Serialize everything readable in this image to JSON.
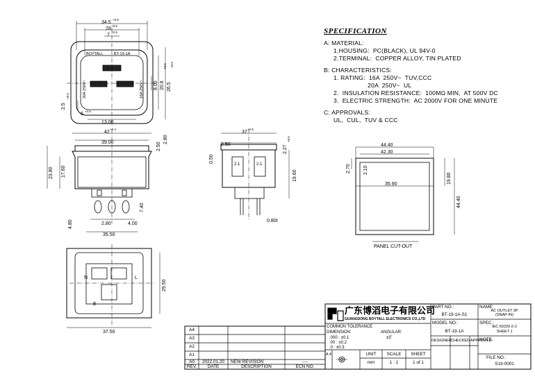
{
  "specification": {
    "title": "SPECIFICATION",
    "sections": [
      {
        "heading": "A:  MATERIAL:",
        "items": [
          "1.HOUSING:  PC(BLACK), UL 94V-0",
          "2.TERMINAL:  COPPER ALLOY, TIN PLATED"
        ]
      },
      {
        "heading": "B:  CHARACTERISTICS:",
        "items": [
          "1. RATING:  16A  250V~  TUV,CCC",
          "                   20A  250V~  UL",
          "2.  INSULATION RESISTANCE:  100MΩ MIN,  AT 500V DC",
          "3.  ELECTRIC STRENGTH:  AC 2000V FOR ONE MINUTE"
        ]
      },
      {
        "heading": "C:  APPROVALS:",
        "items": [
          "UL,  CUL,  TUV & CCC"
        ]
      }
    ]
  },
  "panel_cutout": {
    "label": "PANEL CUT-OUT",
    "dims": {
      "w_outer": "44.40",
      "w_inner": "42.30",
      "w_mid": "35.90",
      "h_outer": "44.40",
      "h_mid": "19.80",
      "h_small": "2.10",
      "h_left": "2.70"
    }
  },
  "front_view": {
    "dims": {
      "top1": "34.5",
      "top1_tol": "+0.5",
      "top2": "28",
      "top2_tol": "+0.5",
      "top3": "7",
      "top3_tol": "+0.5",
      "bottom": "13.00",
      "right1": "26.5",
      "right1_tol": "+0.5",
      "right2": "20.8",
      "right2_tol": "+0.5",
      "right3": "8.00",
      "left": "2.5",
      "left_tol": "+0.5",
      "small": "6",
      "small_tol": "+0.5"
    },
    "labels": {
      "brand": "BOYTALL",
      "model": "BT-19-1A",
      "left_rating": "20A 250V~",
      "right_rating": "16A 250V~"
    }
  },
  "side_view": {
    "dims": {
      "top1": "42",
      "top1_tol": "+0.4",
      "top2": "39.00",
      "h1": "23.80",
      "h2": "17.60",
      "r1": "2.50",
      "r2": "2.80",
      "b1": "4.80",
      "b2": "7.40",
      "b3": "2.80",
      "b4": "4.00",
      "b5": "35.50"
    }
  },
  "end_view": {
    "dims": {
      "top": "37",
      "top_tol": "+0.5",
      "l1": "0.50",
      "r1": "2.27",
      "r1_tol": "+0.5",
      "h": "19.60",
      "pin": "0.80t",
      "l2": "0.50",
      "tab1": "2.1",
      "tab2": "2.1"
    }
  },
  "bottom_view": {
    "dims": {
      "w": "37.50",
      "h": "29.50"
    },
    "labels": {
      "n": "N",
      "l": "L",
      "e": "E"
    }
  },
  "title_block": {
    "company_cn": "广东博滔电子有限公司",
    "company_en": "GUANGDONG BOYTALL ELECTRONICS CO.,LTD",
    "part_no_label": "PART NO.:",
    "part_no": "BT-19-1A-S1",
    "name_label": "NAME:",
    "name1": "AC OUTLET 3P",
    "name2": "(SNAP-IN)",
    "model_label": "MODEL NO.:",
    "model": "BT-19-1A",
    "spec_label": "SPEC.:",
    "spec1": "IEC 60320-2-2",
    "spec2": "SHEET J",
    "designer": "DESIGNER",
    "checked": "CHECKED",
    "approved": "APPROVED",
    "note": "NOTE:",
    "file_label": "FILE NO.:",
    "file_no": "S19-0001",
    "tol_title": "COMMON TOLERANCE",
    "tol_dim": "DIMENSION:",
    "tol_ang": "ANGULAR:",
    "tol_ang_v": "±3˚",
    "tol_r1": ".000  :  ±0.1",
    "tol_r2": ".00    :  ±0.2",
    "tol_r3": ".0      :  ±0.3",
    "unit_label": "UNIT",
    "unit": "mm",
    "scale_label": "SCALE",
    "scale": "1 : 1",
    "sheet_label": "SHEET",
    "sheet": "1 of 1",
    "size": "A 4"
  },
  "revision_table": {
    "rows": [
      "A4",
      "A3",
      "A2",
      "A1"
    ],
    "a0": {
      "rev": "A0",
      "date": "2022.01.20",
      "desc": "NEW REVISION",
      "ecn": "----"
    },
    "headers": {
      "rev": "REV.",
      "date": "DATE",
      "desc": "DESCRIPTION",
      "ecn": "ECN NO."
    }
  }
}
